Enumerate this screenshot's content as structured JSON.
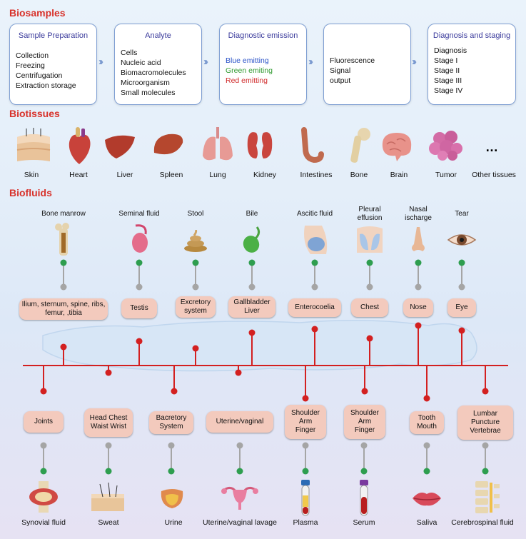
{
  "sections": {
    "biosamples": "Biosamples",
    "biotissues": "Biotissues",
    "biofluids": "Biofluids"
  },
  "workflow": [
    {
      "title": "Sample Preparation",
      "lines": [
        "Collection",
        "Freezing",
        "Centrifugation",
        "Extraction storage"
      ]
    },
    {
      "title": "Analyte",
      "lines": [
        "Cells",
        "Nucleic acid",
        "Biomacromolecules",
        "Microorganism",
        "Small molecules"
      ]
    },
    {
      "title": "Diagnostic emission",
      "lines": [
        "Blue emitting",
        "Green emiting",
        "Red emitting"
      ],
      "line_colors": [
        "#2b53c8",
        "#2f9a2f",
        "#d02a2a"
      ]
    },
    {
      "title": "",
      "lines": [
        "Fluorescence",
        "Signal",
        "output"
      ]
    },
    {
      "title": "Diagnosis and staging",
      "lines": [
        "Diagnosis",
        "Stage I",
        "Stage II",
        "Stage III",
        "Stage IV"
      ]
    }
  ],
  "tissues": [
    "Skin",
    "Heart",
    "Liver",
    "Spleen",
    "Lung",
    "Kidney",
    "Intestines",
    "Bone",
    "Brain",
    "Tumor",
    "Other tissues"
  ],
  "tissues_more": "…",
  "top_fluids": [
    {
      "name": "Bone manrow",
      "site": "Ilium, sternum, spine, ribs, femur, ,tibia",
      "icon": "bone-marrow-icon"
    },
    {
      "name": "Seminal fluid",
      "site": "Testis",
      "icon": "testis-icon"
    },
    {
      "name": "Stool",
      "site": "Excretory system",
      "icon": "stool-icon"
    },
    {
      "name": "Bile",
      "site": "Gallbladder Liver",
      "icon": "gallbladder-icon"
    },
    {
      "name": "Ascitic fluid",
      "site": "Enterocoelia",
      "icon": "abdomen-icon"
    },
    {
      "name": "Pleural effusion",
      "site": "Chest",
      "icon": "chest-icon"
    },
    {
      "name": "Nasal ischarge",
      "site": "Nose",
      "icon": "nose-icon"
    },
    {
      "name": "Tear",
      "site": "Eye",
      "icon": "eye-icon"
    }
  ],
  "bottom_fluids": [
    {
      "name": "Synovial fluid",
      "site": "Joints",
      "icon": "knee-joint-icon"
    },
    {
      "name": "Sweat",
      "site": "Head Chest Waist Wrist",
      "icon": "sweat-skin-icon"
    },
    {
      "name": "Urine",
      "site": "Bacretory System",
      "icon": "bladder-icon"
    },
    {
      "name": "Uterine/vaginal lavage",
      "site": "Uterine/vaginal",
      "icon": "uterus-icon"
    },
    {
      "name": "Plasma",
      "site": "Shoulder Arm Finger",
      "icon": "plasma-tube-icon"
    },
    {
      "name": "Serum",
      "site": "Shoulder Arm Finger",
      "icon": "serum-tube-icon"
    },
    {
      "name": "Saliva",
      "site": "Tooth Mouth",
      "icon": "lips-icon"
    },
    {
      "name": "Cerebrospinal fluid",
      "site": "Lumbar Puncture Vertebrae",
      "icon": "spine-icon"
    }
  ],
  "colors": {
    "title_red": "#d8312a",
    "box_border": "#7f9fd3",
    "pill": "#f3cabd",
    "timeline_red": "#d32020",
    "dot_green": "#2e9e4f",
    "dot_gray": "#a5a5a5"
  }
}
